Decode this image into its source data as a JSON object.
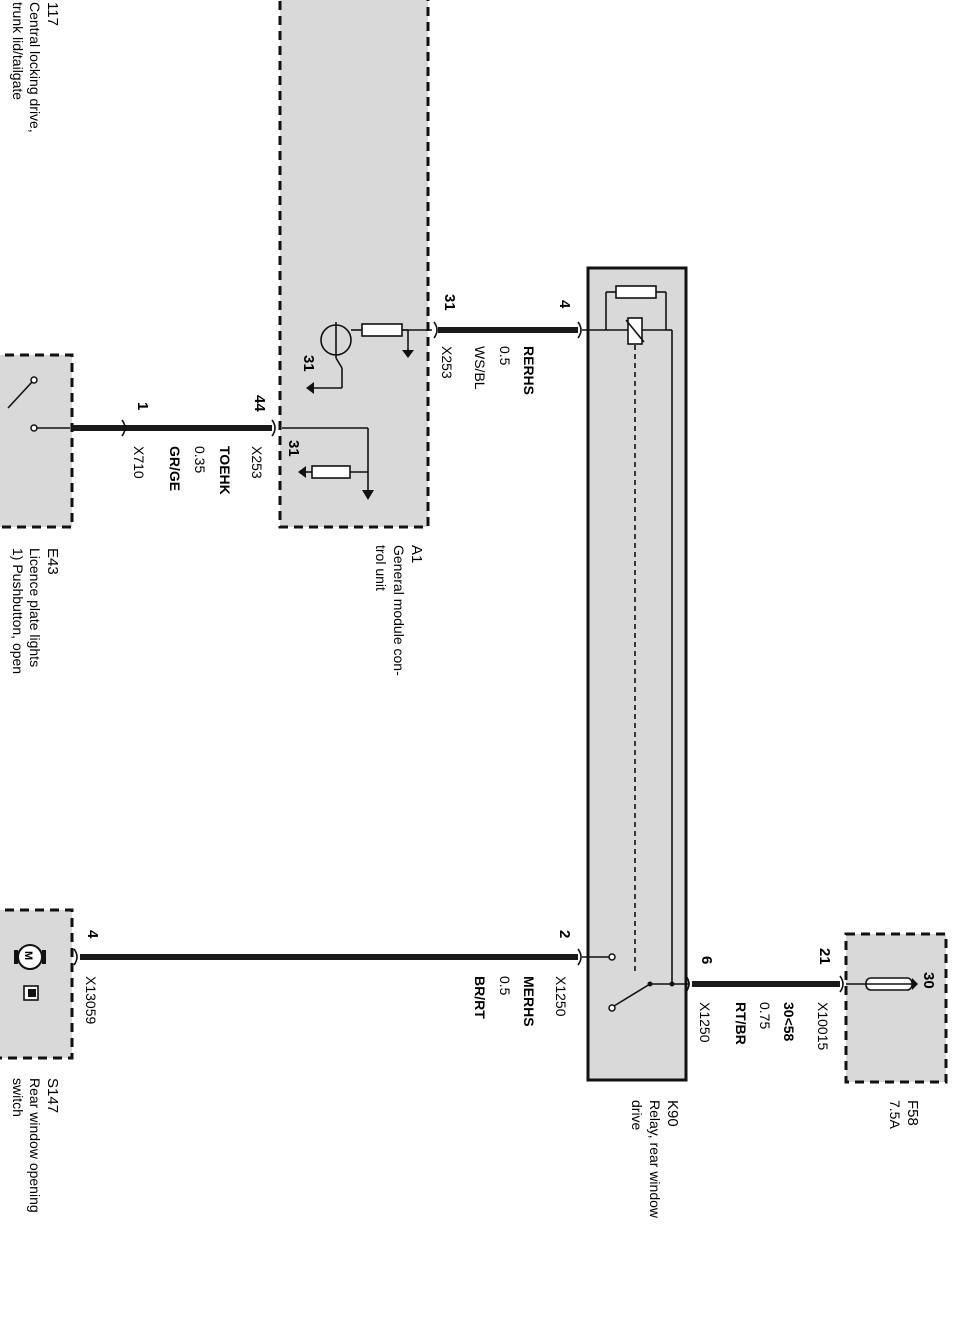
{
  "components": {
    "m117": {
      "id": "117",
      "name_line1": "Central locking drive,",
      "name_line2": "trunk lid/tailgate"
    },
    "a1": {
      "id": "A1",
      "name_line1": "General module con-",
      "name_line2": "trol unit"
    },
    "e43": {
      "id": "E43",
      "name_line1": "Licence plate lights",
      "name_line2": "1) Pushbutton, open"
    },
    "k90": {
      "id": "K90",
      "name_line1": "Relay, rear window",
      "name_line2": "drive"
    },
    "f58": {
      "id": "F58",
      "rating": "7.5A"
    },
    "s147": {
      "id": "S147",
      "name_line1": "Rear window opening",
      "name_line2": "switch"
    }
  },
  "wires": {
    "rerhs": {
      "name": "RERHS",
      "gauge": "0.5",
      "color": "WS/BL",
      "pin_a1": "31",
      "connector_a1": "X253",
      "pin_k90": "4"
    },
    "toehk": {
      "name": "TOEHK",
      "gauge": "0.35",
      "color": "GR/GE",
      "pin_a1": "44",
      "connector_a1": "X253",
      "pin_e43": "1",
      "connector_e43": "X710"
    },
    "merhs": {
      "name": "MERHS",
      "gauge": "0.5",
      "color": "BR/RT",
      "pin_k90": "2",
      "connector_k90": "X1250",
      "pin_s147": "4",
      "connector_s147": "X13059"
    },
    "supply": {
      "name": "30<58",
      "gauge": "0.75",
      "color": "RT/BR",
      "pin_k90": "6",
      "connector_k90": "X1250",
      "pin_f58": "21",
      "connector_f58": "X10015"
    }
  },
  "internal": {
    "ground_a": "31",
    "ground_b": "31",
    "f58_terminal": "30"
  }
}
